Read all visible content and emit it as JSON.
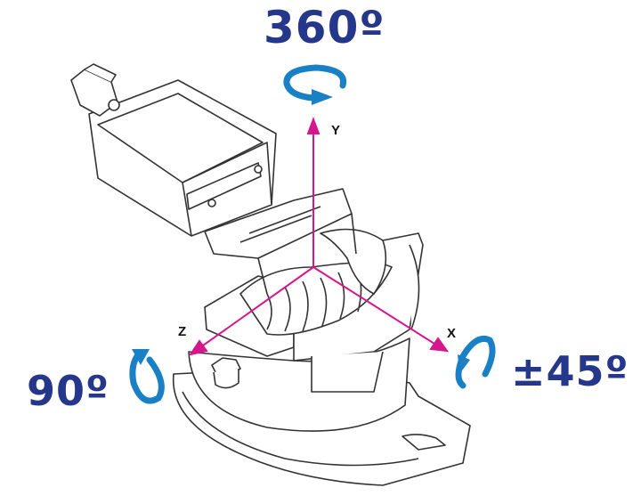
{
  "labels": {
    "y_rotation": "360º",
    "z_rotation": "90º",
    "x_rotation": "±45º",
    "axis_y": "Y",
    "axis_x": "X",
    "axis_z": "Z"
  },
  "colors": {
    "text": "#25378a",
    "rotation_arrow": "#1a80c6",
    "axis": "#d6168c",
    "outline": "#333333"
  }
}
